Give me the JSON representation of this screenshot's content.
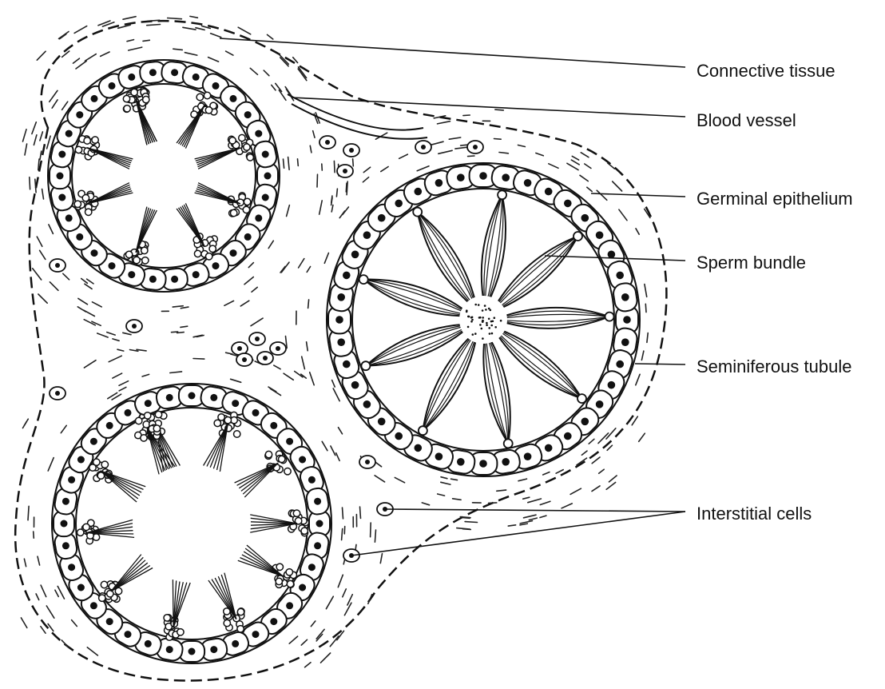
{
  "labels": {
    "connective_tissue": "Connective tissue",
    "blood_vessel": "Blood vessel",
    "germinal_epithelium": "Germinal epithelium",
    "sperm_bundle": "Sperm bundle",
    "seminiferous_tubule": "Seminiferous tubule",
    "interstitial_cells": "Interstitial cells"
  },
  "colors": {
    "ink": "#111111",
    "paper": "#ffffff"
  }
}
